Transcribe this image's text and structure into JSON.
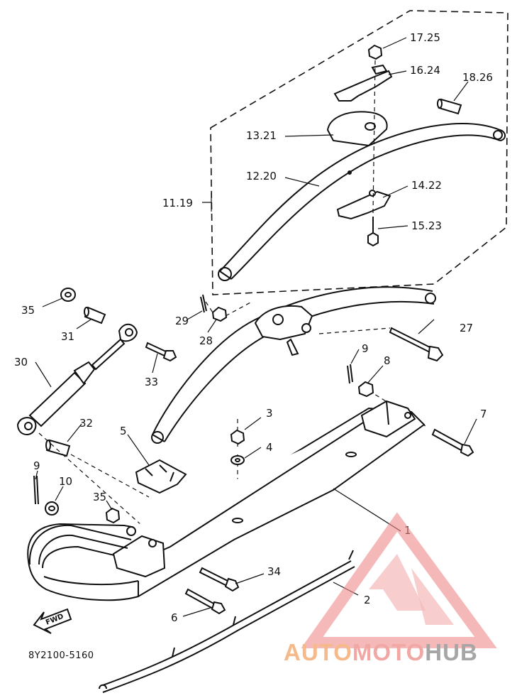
{
  "diagram": {
    "code": "8Y2100-5160",
    "fwd_label": "FWD",
    "labels": {
      "l1": "1",
      "l2": "2",
      "l3": "3",
      "l4": "4",
      "l5": "5",
      "l6": "6",
      "l7": "7",
      "l8": "8",
      "l9a": "9",
      "l9b": "9",
      "l10": "10",
      "l11": "11.19",
      "l12": "12.20",
      "l13": "13.21",
      "l14": "14.22",
      "l15": "15.23",
      "l16": "16.24",
      "l17": "17.25",
      "l18": "18.26",
      "l27": "27",
      "l28": "28",
      "l29": "29",
      "l30": "30",
      "l31": "31",
      "l32": "32",
      "l33": "33",
      "l34": "34",
      "l35a": "35",
      "l35b": "35"
    }
  },
  "watermark": {
    "part1": "AUTO",
    "part2": "MOTO",
    "part3": "HUB",
    "color1": "#f5b98a",
    "color2": "#f1a7a4",
    "color3": "#a6a6a6",
    "logo_color": "#f08a8a"
  }
}
